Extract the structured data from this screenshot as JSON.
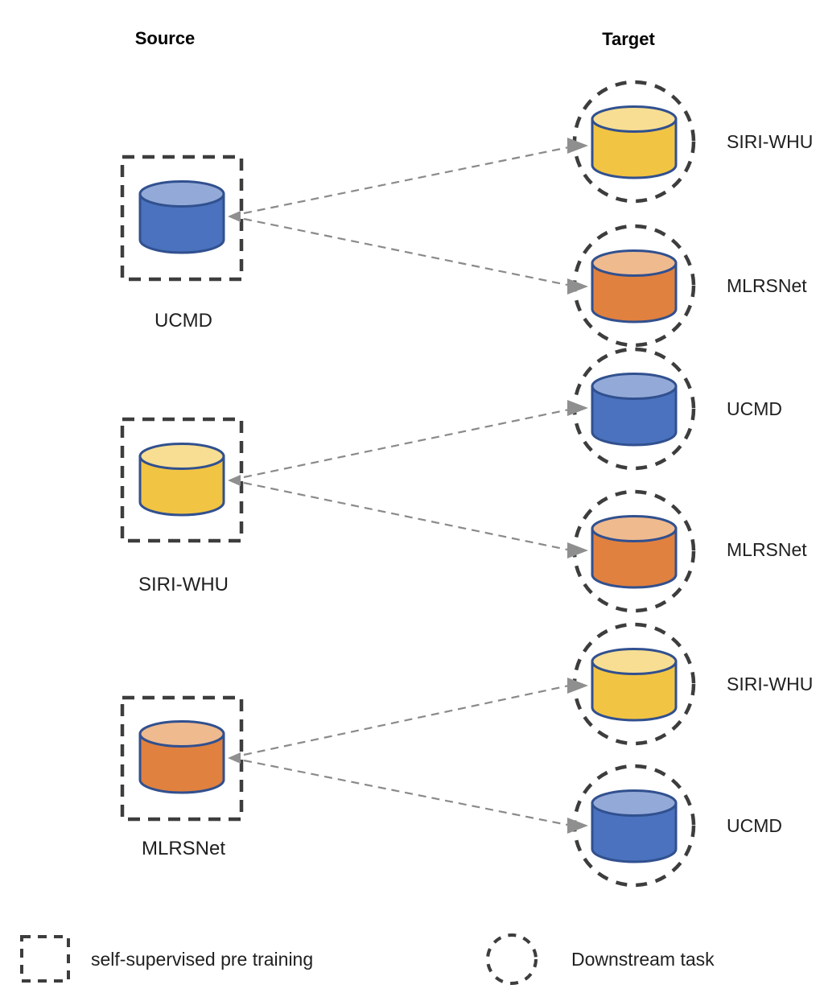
{
  "figure": {
    "source_header": "Source",
    "target_header": "Target"
  },
  "colors": {
    "blue_body": "#4A72BE",
    "blue_top": "#93AAD8",
    "yellow_body": "#F2C443",
    "yellow_top": "#F7DE92",
    "orange_body": "#E0813F",
    "orange_top": "#EFBA8E",
    "cylinder_stroke": "#31508F",
    "dashed_outline": "#3D3D3D",
    "connector": "#8A8A8A",
    "arrowhead": "#8F8F8F",
    "text": "#1F1F1F"
  },
  "sources": [
    {
      "label": "UCMD",
      "color": "blue"
    },
    {
      "label": "SIRI-WHU",
      "color": "yellow"
    },
    {
      "label": "MLRSNet",
      "color": "orange"
    }
  ],
  "targets": [
    {
      "label": "SIRI-WHU",
      "color": "yellow"
    },
    {
      "label": "MLRSNet",
      "color": "orange"
    },
    {
      "label": "UCMD",
      "color": "blue"
    },
    {
      "label": "MLRSNet",
      "color": "orange"
    },
    {
      "label": "SIRI-WHU",
      "color": "yellow"
    },
    {
      "label": "UCMD",
      "color": "blue"
    }
  ],
  "connections": [
    {
      "from": "UCMD",
      "to": "SIRI-WHU"
    },
    {
      "from": "UCMD",
      "to": "MLRSNet"
    },
    {
      "from": "SIRI-WHU",
      "to": "UCMD"
    },
    {
      "from": "SIRI-WHU",
      "to": "MLRSNet"
    },
    {
      "from": "MLRSNet",
      "to": "SIRI-WHU"
    },
    {
      "from": "MLRSNet",
      "to": "UCMD"
    }
  ],
  "legend": {
    "pretraining_label": "self-supervised pre training",
    "downstream_label": "Downstream task"
  }
}
